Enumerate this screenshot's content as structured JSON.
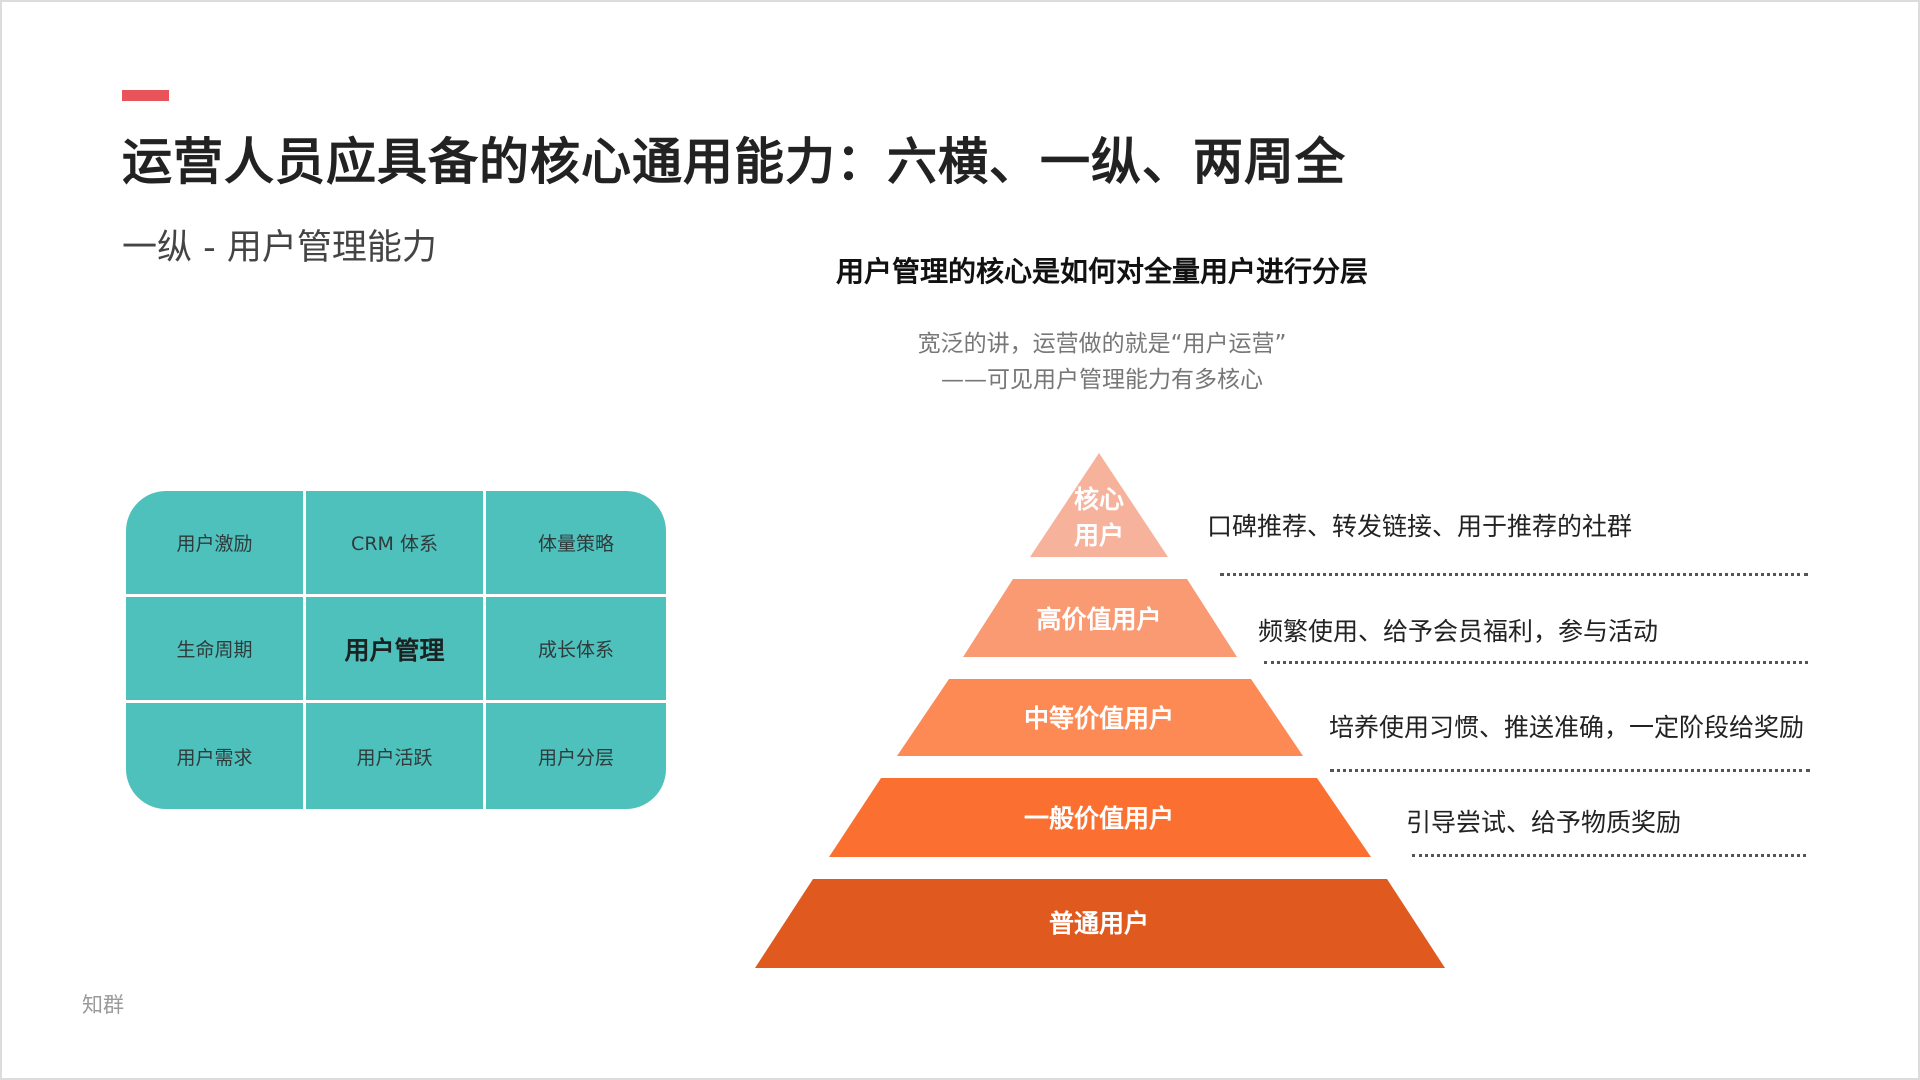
{
  "slide": {
    "title": "运营人员应具备的核心通用能力：六横、一纵、两周全",
    "subtitle": "一纵 - 用户管理能力",
    "footer": "知群"
  },
  "right_panel": {
    "heading": "用户管理的核心是如何对全量用户进行分层",
    "quote_line1": "宽泛的讲，运营做的就是“用户运营”",
    "quote_line2": "——可见用户管理能力有多核心"
  },
  "grid": {
    "cells": [
      "用户激励",
      "CRM 体系",
      "体量策略",
      "生命周期",
      "用户管理",
      "成长体系",
      "用户需求",
      "用户活跃",
      "用户分层"
    ],
    "color": "#4fc1bd"
  },
  "pyramid": {
    "tiers": [
      {
        "label_line1": "核心",
        "label_line2": "用户",
        "description": "口碑推荐、转发链接、用于推荐的社群",
        "color": "#f7b29c"
      },
      {
        "label": "高价值用户",
        "description": "频繁使用、给予会员福利，参与活动",
        "color": "#fa9a73"
      },
      {
        "label": "中等价值用户",
        "description": "培养使用习惯、推送准确，一定阶段给奖励",
        "color": "#fd8a55"
      },
      {
        "label": "一般价值用户",
        "description": "引导尝试、给予物质奖励",
        "color": "#fb7030"
      },
      {
        "label": "普通用户",
        "color": "#e05a1f"
      }
    ]
  },
  "colors": {
    "accent": "#e9545a"
  }
}
